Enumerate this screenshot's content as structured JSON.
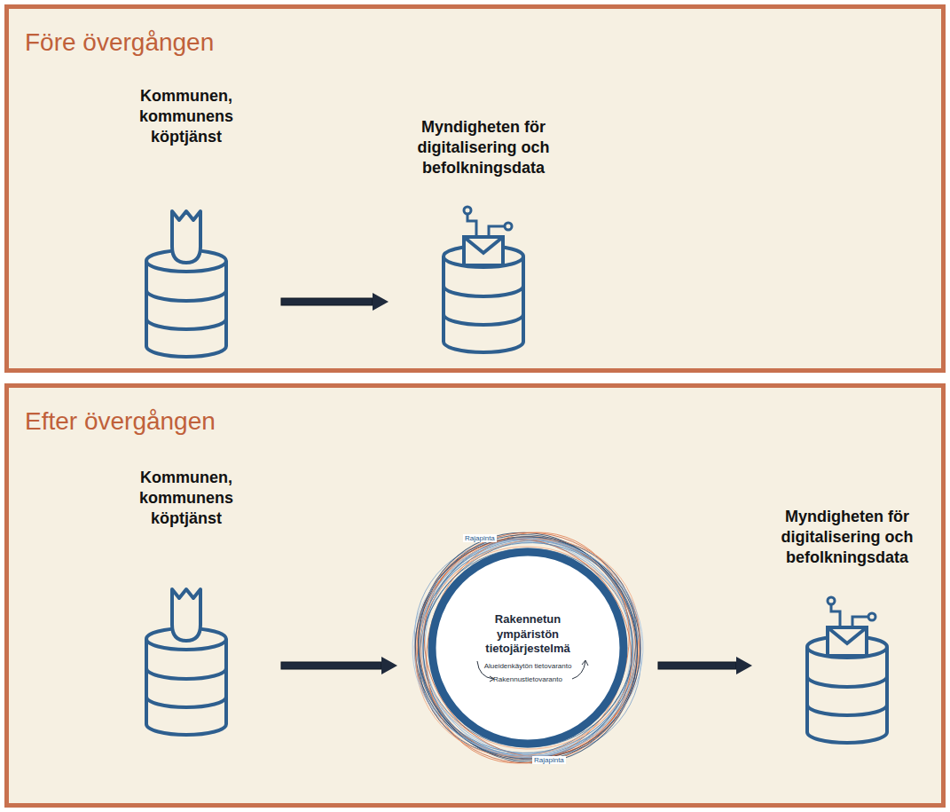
{
  "diagram": {
    "nodes": [
      {
        "text": [
          "Före övergången"
        ]
      },
      {
        "text": [
          "Kommunen, kommunens köptjänst"
        ],
        "in": 0
      },
      {
        "text": [
          "Myndigheten för digitalisering och befolkningsdata"
        ],
        "in": 0
      },
      {
        "text": [
          "Efter övergången"
        ]
      },
      {
        "text": [
          "Kommunen, kommunens köptjänst"
        ],
        "in": 3
      },
      {
        "text": [
          "Rakennetun ympäristön tietojärjestelmä",
          "Alueidenkäytön tietovaranto",
          "Rakennustietovaranto"
        ],
        "in": 3
      },
      {
        "text": [
          "Myndigheten för digitalisering och befolkningsdata"
        ],
        "in": 3
      }
    ],
    "edges": [
      {
        "from": 1,
        "to": 2,
        "arrow": "to"
      },
      {
        "from": 4,
        "to": 5,
        "arrow": "to"
      },
      {
        "from": 5,
        "to": 6,
        "arrow": "to"
      }
    ],
    "labels": [
      "Rajapinta",
      "Rajapinta"
    ]
  }
}
